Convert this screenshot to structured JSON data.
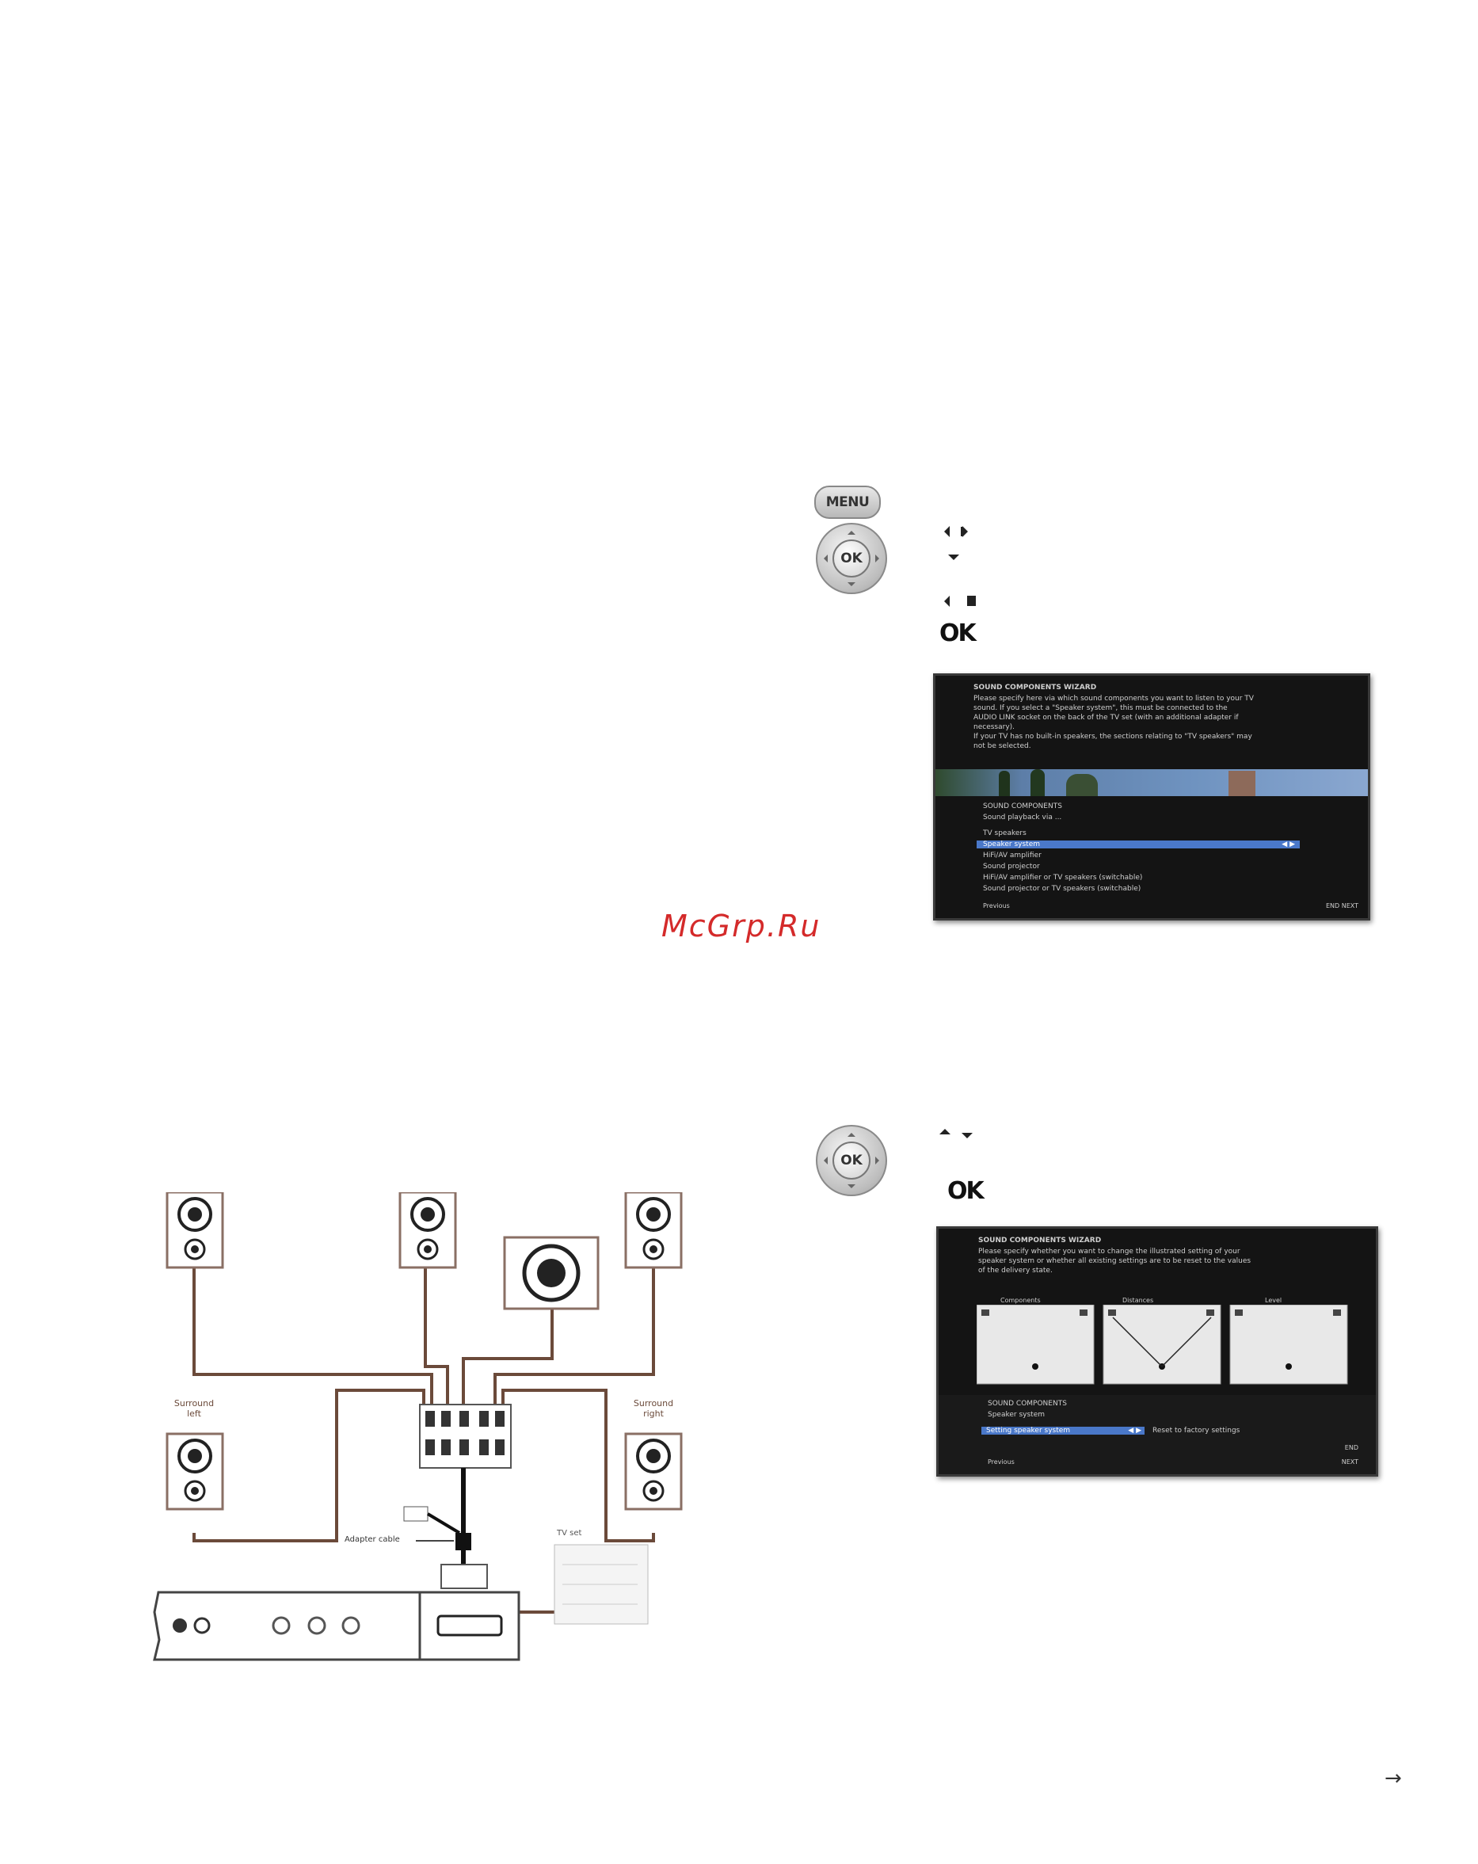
{
  "watermark": "McGrp.Ru",
  "remote": {
    "menu_label": "MENU",
    "ok_label": "OK"
  },
  "steps_top": {
    "ok_text": "OK"
  },
  "steps_bottom": {
    "ok_text": "OK"
  },
  "screen1": {
    "title": "SOUND COMPONENTS WIZARD",
    "description": [
      "Please specify here via which sound components you want to listen to your TV",
      "sound. If you select a \"Speaker system\", this must be connected to the",
      "AUDIO LINK socket on the back of the TV set (with an additional adapter if",
      "necessary).",
      "If your TV has no built-in speakers, the sections relating to \"TV speakers\" may",
      "not be selected."
    ],
    "menu_title": "SOUND COMPONENTS",
    "menu_subtitle": "Sound playback via ...",
    "options": [
      "TV speakers",
      "Speaker system",
      "HiFi/AV amplifier",
      "Sound projector",
      "HiFi/AV amplifier or TV speakers (switchable)",
      "Sound projector or TV speakers (switchable)"
    ],
    "selected_index": 1,
    "footer_left": "Previous",
    "footer_right": "END  NEXT"
  },
  "screen2": {
    "title": "SOUND COMPONENTS WIZARD",
    "description": [
      "Please specify whether you want to change the illustrated setting of your",
      "speaker system or whether all existing settings are to be reset to the values",
      "of the delivery state."
    ],
    "panels": [
      "Components",
      "Distances",
      "Level"
    ],
    "menu_title": "SOUND COMPONENTS",
    "menu_subtitle": "Speaker system",
    "option_selected": "Setting speaker system",
    "option_other": "Reset to factory settings",
    "footer_left": "Previous",
    "footer_right_1": "END",
    "footer_right_2": "NEXT"
  },
  "diagram": {
    "label_surround_left": [
      "Surround",
      "left"
    ],
    "label_surround_right": [
      "Surround",
      "right"
    ],
    "label_adapter": "Adapter cable",
    "label_tv": "TV set"
  },
  "colors": {
    "cable": "#6b4a3a",
    "speaker_frame": "#8a6f64",
    "tv_highlight": "#4a78c9",
    "watermark": "#d42a2a"
  }
}
